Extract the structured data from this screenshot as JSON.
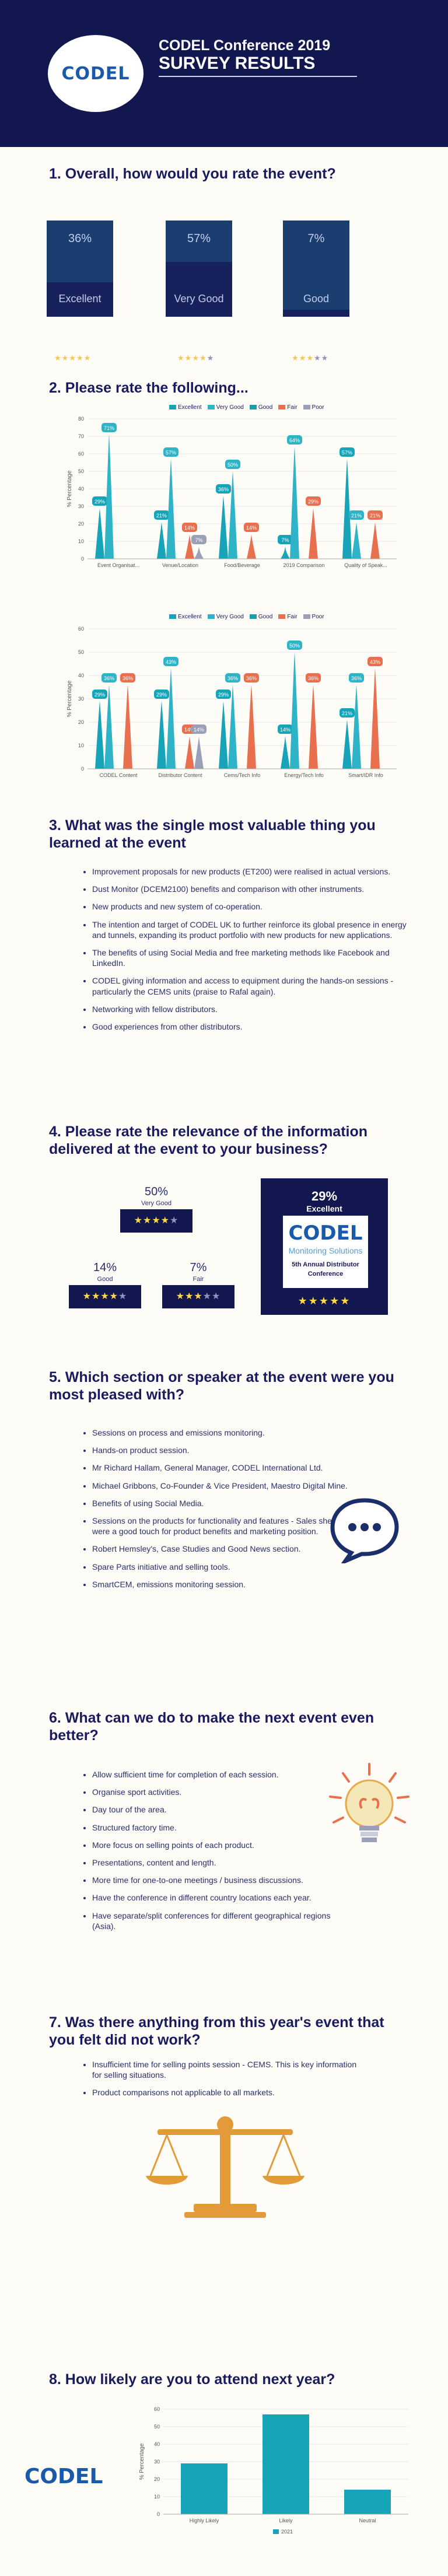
{
  "header": {
    "logo": "CODEL",
    "title": "CODEL Conference 2019",
    "subtitle": "SURVEY RESULTS"
  },
  "q1": {
    "title": "1.  Overall, how would you rate the event?",
    "cards": [
      {
        "pct": "36%",
        "label": "Excellent",
        "value": 0.36,
        "stars": 5
      },
      {
        "pct": "57%",
        "label": "Very Good",
        "value": 0.57,
        "stars": 4
      },
      {
        "pct": "7%",
        "label": "Good",
        "value": 0.07,
        "stars": 3
      }
    ]
  },
  "q2": {
    "title": "2.  Please rate the following...",
    "legend": [
      "Excellent",
      "Very Good",
      "Good",
      "Fair",
      "Poor"
    ],
    "colors": {
      "Excellent": "#17a3b8",
      "Very Good": "#2fb3c7",
      "Good": "#1c9da8",
      "Fair": "#e8704f",
      "Poor": "#9aa0b8"
    }
  },
  "chart_data": [
    {
      "type": "bar",
      "ylabel": "% Percentage",
      "ylim": [
        0,
        80
      ],
      "yticks": [
        "0",
        "10",
        "20",
        "30",
        "40",
        "50",
        "60",
        "70",
        "80"
      ],
      "categories": [
        "Event Organisat...",
        "Venue/Location",
        "Food/Beverage",
        "2019 Comparison",
        "Quality of Speak..."
      ],
      "series": [
        {
          "name": "Excellent",
          "values": [
            29,
            21,
            36,
            7,
            57
          ]
        },
        {
          "name": "Very Good",
          "values": [
            71,
            57,
            50,
            64,
            21
          ]
        },
        {
          "name": "Good",
          "values": [
            0,
            0,
            0,
            0,
            0
          ]
        },
        {
          "name": "Fair",
          "values": [
            0,
            14,
            14,
            29,
            21
          ]
        },
        {
          "name": "Poor",
          "values": [
            0,
            7,
            0,
            0,
            0
          ]
        }
      ],
      "labels": [
        [
          "29%",
          "71%",
          null,
          null,
          null
        ],
        [
          "21%",
          "57%",
          null,
          "14%",
          "7%"
        ],
        [
          "36%",
          "50%",
          null,
          "14%",
          null
        ],
        [
          "7%",
          "64%",
          null,
          "29%",
          null
        ],
        [
          "57%",
          "21%",
          null,
          "21%",
          null
        ]
      ]
    },
    {
      "type": "bar",
      "ylabel": "% Percentage",
      "ylim": [
        0,
        60
      ],
      "yticks": [
        "0",
        "10",
        "20",
        "30",
        "40",
        "50",
        "60"
      ],
      "categories": [
        "CODEL Content",
        "Distributor Content",
        "Cems/Tech Info",
        "Energy/Tech Info",
        "Smart/IDR Info"
      ],
      "series": [
        {
          "name": "Excellent",
          "values": [
            29,
            29,
            29,
            14,
            21
          ]
        },
        {
          "name": "Very Good",
          "values": [
            36,
            43,
            36,
            50,
            36
          ]
        },
        {
          "name": "Good",
          "values": [
            0,
            0,
            0,
            0,
            0
          ]
        },
        {
          "name": "Fair",
          "values": [
            36,
            14,
            36,
            36,
            43
          ]
        },
        {
          "name": "Poor",
          "values": [
            0,
            14,
            0,
            0,
            0
          ]
        }
      ],
      "labels": [
        [
          "29%",
          "36%",
          null,
          "36%",
          null
        ],
        [
          "29%",
          "43%",
          null,
          "14%",
          "14%"
        ],
        [
          "29%",
          "36%",
          null,
          "36%",
          null
        ],
        [
          "14%",
          "50%",
          null,
          "36%",
          null
        ],
        [
          "21%",
          "36%",
          null,
          "43%",
          null
        ]
      ]
    },
    {
      "type": "bar",
      "ylabel": "% Percentage",
      "ylim": [
        0,
        60
      ],
      "yticks": [
        "0",
        "10",
        "20",
        "30",
        "40",
        "50",
        "60"
      ],
      "categories": [
        "Highly Likely",
        "Likely",
        "Neutral"
      ],
      "series": [
        {
          "name": "2021",
          "values": [
            29,
            57,
            14
          ]
        }
      ]
    }
  ],
  "q3": {
    "title": "3.  What was the single most valuable thing you learned at the event",
    "items": [
      "Improvement proposals for new products (ET200) were realised in actual versions.",
      "Dust Monitor (DCEM2100) benefits and comparison with other instruments.",
      "New products and new system of co-operation.",
      "The intention and target of CODEL UK to further reinforce its global presence in energy and tunnels, expanding its product portfolio with new products for new applications.",
      "The benefits of using Social Media and free marketing methods like Facebook and LinkedIn.",
      "CODEL giving information and access to equipment during the hands-on sessions - particularly the CEMS units (praise to Rafal again).",
      "Networking with fellow distributors.",
      "Good experiences from other distributors."
    ]
  },
  "q4": {
    "title": "4.  Please rate the relevance of the information delivered at the event to your business?",
    "ratings": [
      {
        "pct": "50%",
        "label": "Very Good",
        "stars": 4
      },
      {
        "pct": "14%",
        "label": "Good",
        "stars": 4
      },
      {
        "pct": "7%",
        "label": "Fair",
        "stars": 3
      }
    ],
    "featured": {
      "pct": "29%",
      "label": "Excellent",
      "logo": "CODEL",
      "tagline": "Monitoring Solutions",
      "conf1": "5th Annual Distributor",
      "conf2": "Conference",
      "stars": 5
    }
  },
  "q5": {
    "title": "5.  Which section or speaker at the event were you most pleased with?",
    "items": [
      "Sessions on process and emissions monitoring.",
      "Hands-on product session.",
      "Mr Richard Hallam, General Manager, CODEL International Ltd.",
      "Michael Gribbons, Co-Founder & Vice President, Maestro Digital Mine.",
      "Benefits of using Social Media.",
      "Sessions on the products for functionality and features - Sales sheets were a good touch for product benefits and marketing position.",
      "Robert Hemsley's, Case Studies and Good News section.",
      "Spare Parts initiative and selling tools.",
      "SmartCEM, emissions monitoring session."
    ]
  },
  "q6": {
    "title": "6.  What can we do to make the next event even better?",
    "items": [
      "Allow sufficient time for completion of each session.",
      "Organise sport activities.",
      "Day tour of the area.",
      "Structured factory time.",
      "More focus on selling points of each product.",
      "Presentations, content and length.",
      "More time for one-to-one meetings / business discussions.",
      "Have the conference in different country locations each year.",
      "Have separate/split conferences for different geographical regions (Asia)."
    ]
  },
  "q7": {
    "title": "7.  Was there anything from this year's event that you felt did not work?",
    "items": [
      "Insufficient time for selling points session - CEMS. This is key information for selling situations.",
      "Product comparisons not applicable to all markets."
    ]
  },
  "q8": {
    "title": "8.  How likely are you to attend next year?",
    "logo": "CODEL",
    "legend": "2021"
  },
  "icons": [
    "speech-bubble-icon",
    "lightbulb-icon",
    "balance-scale-icon"
  ]
}
